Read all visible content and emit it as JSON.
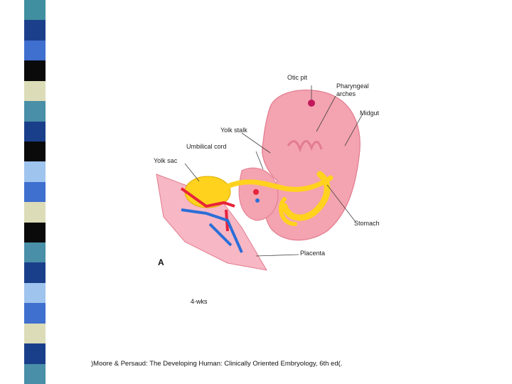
{
  "slide": {
    "background": "#ffffff",
    "stripe_colors": [
      "#3f8fa0",
      "#1c3f8c",
      "#3f6fcf",
      "#0a0a0a",
      "#dcdcb8",
      "#4a8fa8",
      "#1a3f8a",
      "#0a0a0a",
      "#9fc4ee",
      "#3f6fcf",
      "#dcdcb8",
      "#0a0a0a",
      "#4a8fa8",
      "#1a3f8a",
      "#9fc4ee",
      "#3f6fcf",
      "#dcdcb8",
      "#1a3f8a",
      "#4a8fa8"
    ]
  },
  "figure": {
    "labels": {
      "otic_pit": "Otic pit",
      "pharyngeal_arches": "Pharyngeal\narches",
      "midgut": "Midgut",
      "yolk_stalk": "Yolk stalk",
      "umbilical_cord": "Umbilical cord",
      "yolk_sac": "Yolk sac",
      "stomach": "Stomach",
      "placenta": "Placenta",
      "panel_letter": "A"
    },
    "colors": {
      "embryo": "#f4a3b0",
      "embryo_dark": "#e27c8e",
      "yolk": "#ffd21e",
      "artery": "#e8233a",
      "vein": "#2b6ed8",
      "placenta": "#f7b7c4"
    }
  },
  "caption": "4-wks",
  "citation": ")Moore & Persaud: The Developing Human: Clinically Oriented Embryology, 6th ed(."
}
